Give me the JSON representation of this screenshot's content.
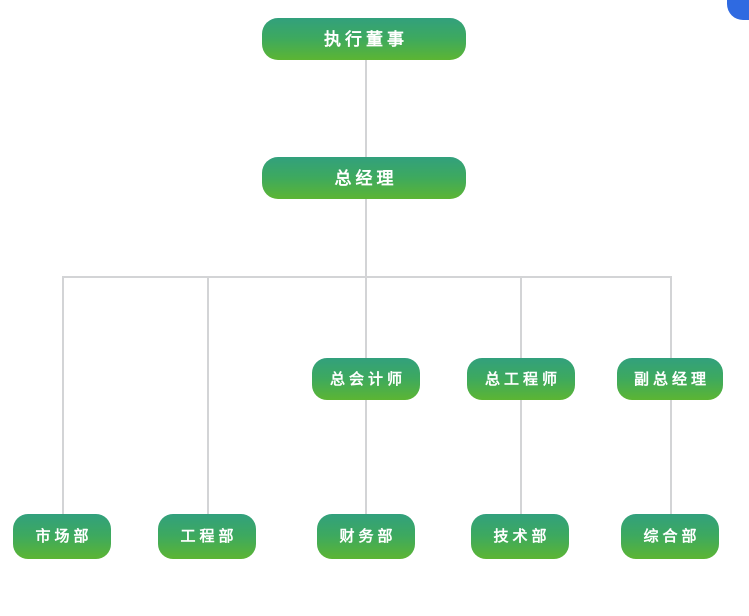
{
  "chart_title": "",
  "colors": {
    "node_gradient_top": "#32a07d",
    "node_gradient_bottom": "#5cb533",
    "node_text": "#ffffff",
    "connector_line": "#d3d4d6",
    "background": "#ffffff",
    "artifact": "#2f6ae1"
  },
  "nodes": {
    "executive_director": "执行董事",
    "general_manager": "总经理",
    "chief_accountant": "总会计师",
    "chief_engineer": "总工程师",
    "deputy_general_manager": "副总经理",
    "marketing_dept": "市场部",
    "engineering_dept": "工程部",
    "finance_dept": "财务部",
    "technology_dept": "技术部",
    "general_affairs_dept": "综合部"
  },
  "hierarchy": {
    "level_1": [
      "执行董事"
    ],
    "level_2": [
      "总经理"
    ],
    "level_3": [
      "总会计师",
      "总工程师",
      "副总经理"
    ],
    "level_4": [
      "市场部",
      "工程部",
      "财务部",
      "技术部",
      "综合部"
    ],
    "branch_count": 5
  }
}
